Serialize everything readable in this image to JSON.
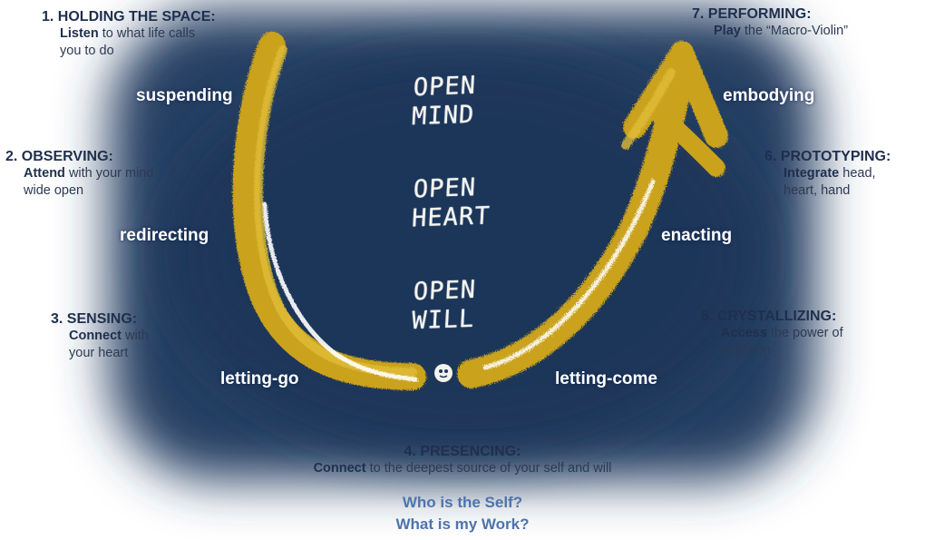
{
  "stages": [
    {
      "number_title": "1. HOLDING THE SPACE:",
      "bold": "Listen",
      "rest": " to what life calls you to do"
    },
    {
      "number_title": "2. OBSERVING:",
      "bold": "Attend",
      "rest": " with your mind wide open"
    },
    {
      "number_title": "3. SENSING:",
      "bold": "Connect",
      "rest": " with your heart"
    },
    {
      "number_title": "4. PRESENCING:",
      "bold": "Connect",
      "rest": " to the deepest source of your self and will"
    },
    {
      "number_title": "5. CRYSTALLIZING:",
      "bold": "Access",
      "rest": " the power of intention"
    },
    {
      "number_title": "6. PROTOTYPING:",
      "bold": "Integrate",
      "rest": " head, heart, hand"
    },
    {
      "number_title": "7. PERFORMING:",
      "bold": "Play",
      "rest": " the “Macro-Violin”"
    }
  ],
  "left_movements": [
    "suspending",
    "redirecting",
    "letting-go"
  ],
  "right_movements": [
    "embodying",
    "enacting",
    "letting-come"
  ],
  "inner_openings": [
    {
      "line1": "OPEN",
      "line2": "MIND"
    },
    {
      "line1": "OPEN",
      "line2": "HEART"
    },
    {
      "line1": "OPEN",
      "line2": "WILL"
    }
  ],
  "questions": [
    "Who is the Self?",
    "What is my Work?"
  ],
  "colors": {
    "board_dark": "#1b3153",
    "board_mid": "#3d5878",
    "chalk_yellow": "#d2aa1e",
    "title_navy": "#1f2f4d",
    "question_blue": "#4d74ac"
  }
}
